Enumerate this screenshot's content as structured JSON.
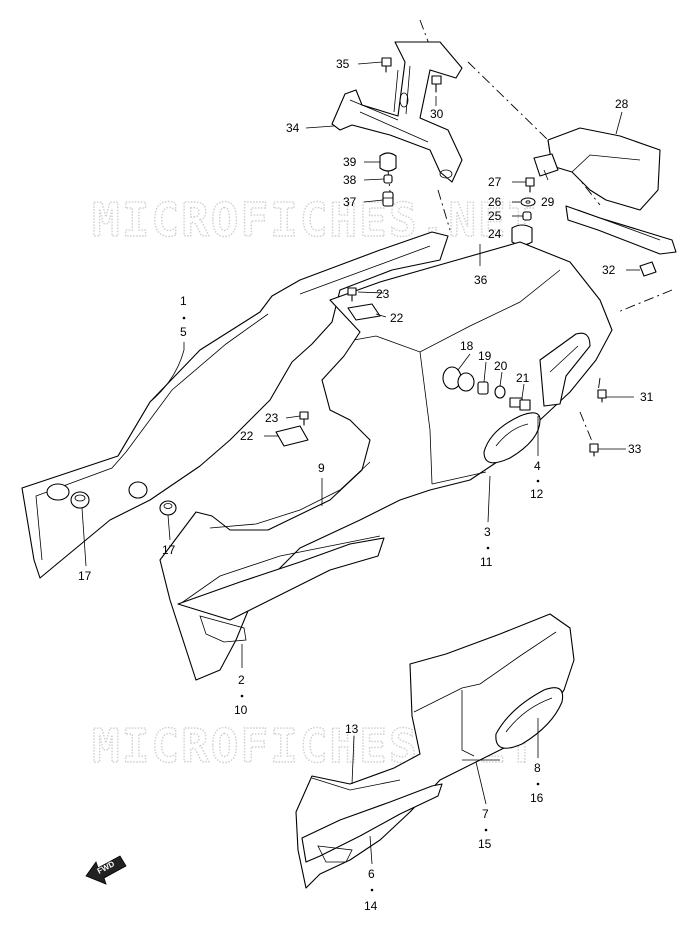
{
  "watermark": {
    "top": "MICROFICHES.NET",
    "bottom": "MICROFICHES.NET"
  },
  "fwd_arrow": {
    "text": "FWD"
  },
  "callouts": [
    {
      "id": "c35",
      "text": "35"
    },
    {
      "id": "c30",
      "text": "30"
    },
    {
      "id": "c34",
      "text": "34"
    },
    {
      "id": "c28",
      "text": "28"
    },
    {
      "id": "c39",
      "text": "39"
    },
    {
      "id": "c38",
      "text": "38"
    },
    {
      "id": "c37",
      "text": "37"
    },
    {
      "id": "c27",
      "text": "27"
    },
    {
      "id": "c26",
      "text": "26"
    },
    {
      "id": "c25",
      "text": "25"
    },
    {
      "id": "c24",
      "text": "24"
    },
    {
      "id": "c29",
      "text": "29"
    },
    {
      "id": "c32",
      "text": "32"
    },
    {
      "id": "c36",
      "text": "36"
    },
    {
      "id": "c23a",
      "text": "23"
    },
    {
      "id": "c22a",
      "text": "22"
    },
    {
      "id": "c1",
      "text": "1"
    },
    {
      "id": "c5",
      "text": "5"
    },
    {
      "id": "c18",
      "text": "18"
    },
    {
      "id": "c19",
      "text": "19"
    },
    {
      "id": "c20",
      "text": "20"
    },
    {
      "id": "c21",
      "text": "21"
    },
    {
      "id": "c31",
      "text": "31"
    },
    {
      "id": "c33",
      "text": "33"
    },
    {
      "id": "c23b",
      "text": "23"
    },
    {
      "id": "c22b",
      "text": "22"
    },
    {
      "id": "c4",
      "text": "4"
    },
    {
      "id": "c12",
      "text": "12"
    },
    {
      "id": "c9",
      "text": "9"
    },
    {
      "id": "c17a",
      "text": "17"
    },
    {
      "id": "c17b",
      "text": "17"
    },
    {
      "id": "c3",
      "text": "3"
    },
    {
      "id": "c11",
      "text": "11"
    },
    {
      "id": "c2",
      "text": "2"
    },
    {
      "id": "c10",
      "text": "10"
    },
    {
      "id": "c13",
      "text": "13"
    },
    {
      "id": "c8",
      "text": "8"
    },
    {
      "id": "c16",
      "text": "16"
    },
    {
      "id": "c7",
      "text": "7"
    },
    {
      "id": "c15",
      "text": "15"
    },
    {
      "id": "c6",
      "text": "6"
    },
    {
      "id": "c14",
      "text": "14"
    }
  ]
}
